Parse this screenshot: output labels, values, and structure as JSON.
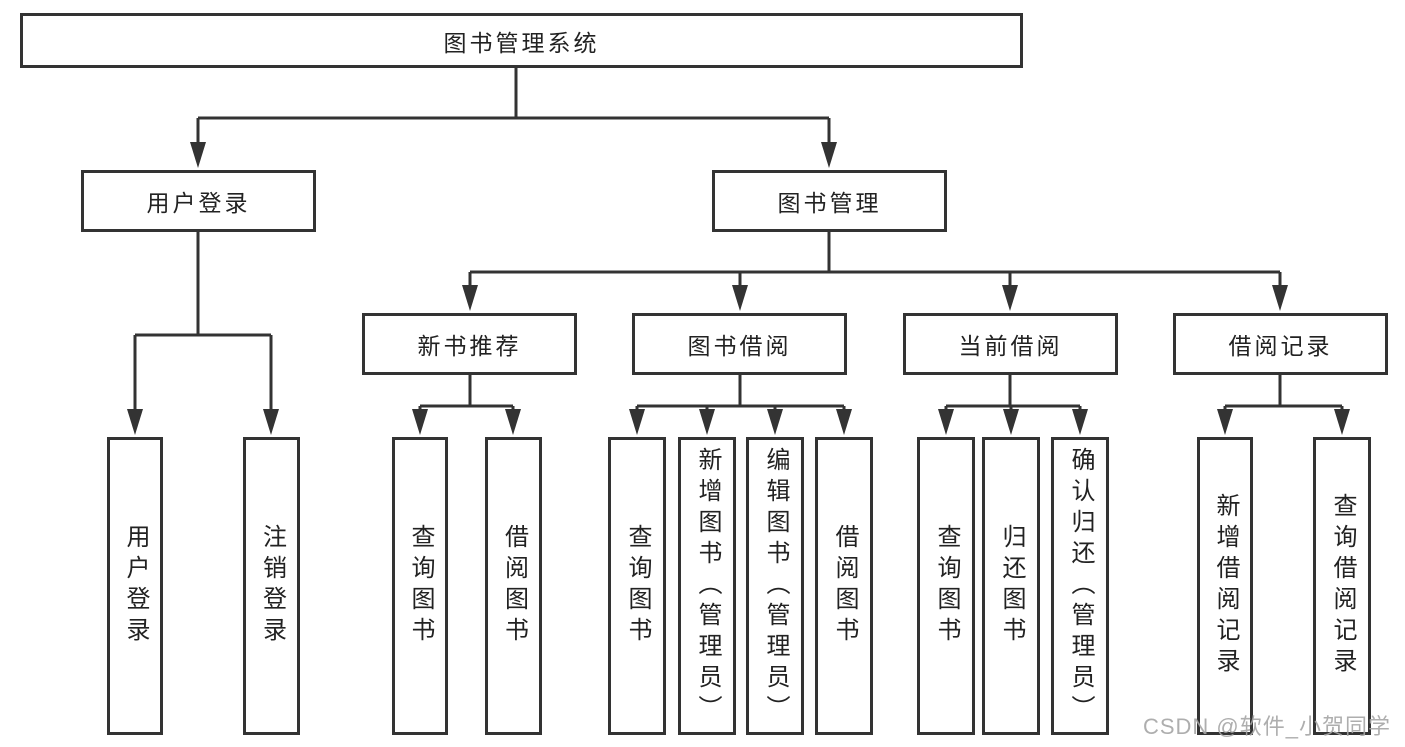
{
  "tree": {
    "label": "图书管理系统",
    "children": [
      {
        "label": "用户登录",
        "children": [
          {
            "label": "用户登录"
          },
          {
            "label": "注销登录"
          }
        ]
      },
      {
        "label": "图书管理",
        "children": [
          {
            "label": "新书推荐",
            "children": [
              {
                "label": "查询图书"
              },
              {
                "label": "借阅图书"
              }
            ]
          },
          {
            "label": "图书借阅",
            "children": [
              {
                "label": "查询图书"
              },
              {
                "label": "新增图书（管理员）"
              },
              {
                "label": "编辑图书（管理员）"
              },
              {
                "label": "借阅图书"
              }
            ]
          },
          {
            "label": "当前借阅",
            "children": [
              {
                "label": "查询图书"
              },
              {
                "label": "归还图书"
              },
              {
                "label": "确认归还（管理员）"
              }
            ]
          },
          {
            "label": "借阅记录",
            "children": [
              {
                "label": "新增借阅记录"
              },
              {
                "label": "查询借阅记录"
              }
            ]
          }
        ]
      }
    ]
  },
  "watermark": {
    "text": "CSDN @软件_小贺同学"
  },
  "colors": {
    "line": "#333333",
    "text": "#222222",
    "watermark": "#a5a5a5"
  }
}
